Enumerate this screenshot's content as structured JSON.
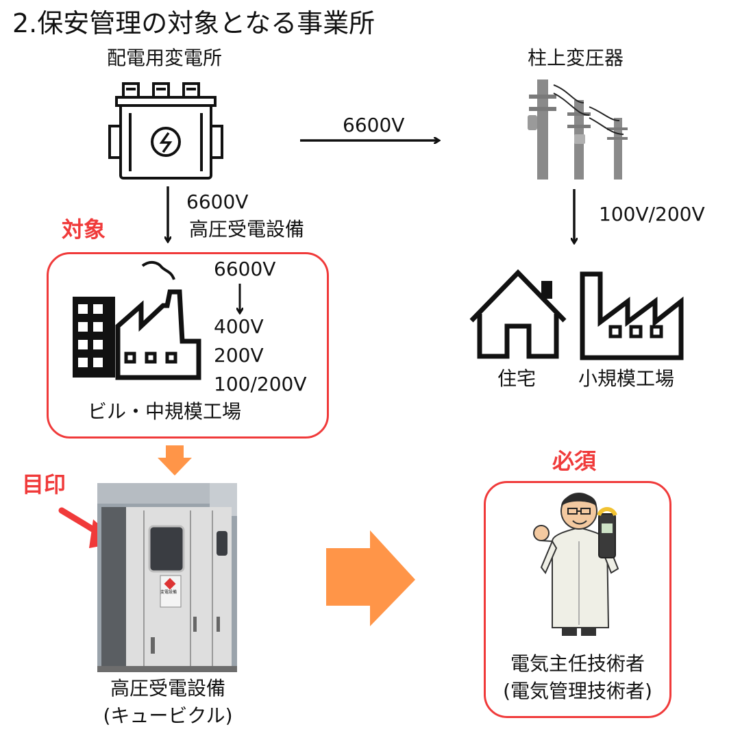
{
  "title": "2.保安管理の対象となる事業所",
  "substation": {
    "label": "配電用変電所"
  },
  "pole_transformer": {
    "label": "柱上変圧器"
  },
  "flows": {
    "substation_to_pole": "6600V",
    "substation_down_voltage": "6600V",
    "substation_down_equipment": "高圧受電設備",
    "pole_down": "100V/200V"
  },
  "target": {
    "tag": "対象",
    "input_voltage": "6600V",
    "output_voltages": [
      "400V",
      "200V",
      "100/200V"
    ],
    "caption": "ビル・中規模工場"
  },
  "consumers": {
    "house": "住宅",
    "factory": "小規模工場"
  },
  "marker": {
    "tag": "目印"
  },
  "cubicle": {
    "caption_line1": "高圧受電設備",
    "caption_line2": "(キュービクル)",
    "plate_text": "変電設備"
  },
  "required": {
    "tag": "必須",
    "role_line1": "電気主任技術者",
    "role_line2": "(電気管理技術者)"
  },
  "colors": {
    "red": "#f03a3a",
    "orange": "#ff9548",
    "black": "#111111"
  }
}
